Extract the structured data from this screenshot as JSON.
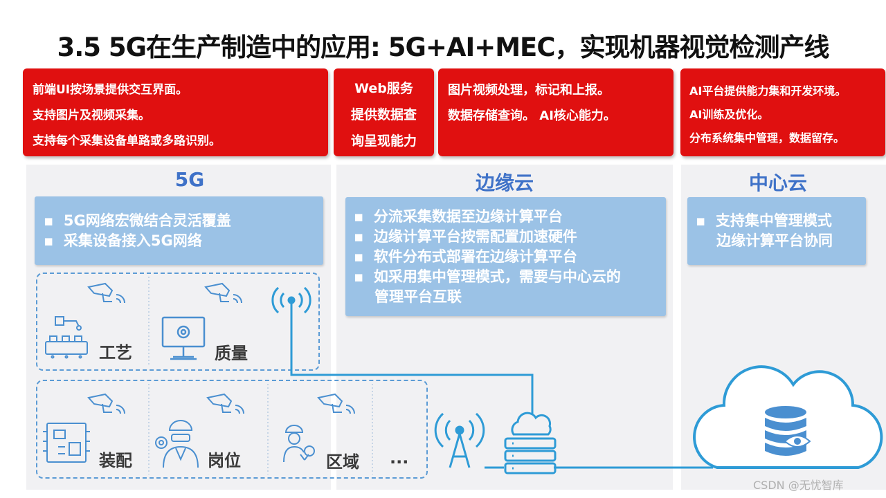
{
  "title": "3.5 5G在生产制造中的应用: 5G+AI+MEC，实现机器视觉检测产线",
  "red_boxes": [
    {
      "lines": [
        "前端UI按场景提供交互界面。",
        "支持图片及视频采集。",
        "支持每个采集设备单路或多路识别。"
      ]
    },
    {
      "lines": [
        "Web服务",
        "提供数据查",
        "询呈现能力"
      ]
    },
    {
      "lines": [
        "图片视频处理，标记和上报。",
        "数据存储查询。 AI核心能力。"
      ]
    },
    {
      "lines": [
        "AI平台提供能力集和开发环境。",
        "AI训练及优化。",
        "分布系统集中管理，数据留存。"
      ]
    }
  ],
  "panels": {
    "fiveg": {
      "title": "5G",
      "items": [
        "5G网络宏微结合灵活覆盖",
        "采集设备接入5G网络"
      ]
    },
    "edge": {
      "title": "边缘云",
      "items": [
        "分流采集数据至边缘计算平台",
        "边缘计算平台按需配置加速硬件",
        "软件分布式部署在边缘计算平台",
        "如采用集中管理模式，需要与中心云的",
        "管理平台互联"
      ]
    },
    "center": {
      "title": "中心云",
      "items": [
        "支持集中管理模式",
        "边缘计算平台协同"
      ]
    }
  },
  "scenes": [
    "工艺",
    "质量",
    "装配",
    "岗位",
    "区域",
    "..."
  ],
  "watermark": "CSDN @无忧智库",
  "colors": {
    "red": "#e01010",
    "blue_text": "#3f72c8",
    "blue_box": "#9bc2e6",
    "line": "#2e9bd6",
    "icon": "#4a8fd0"
  }
}
